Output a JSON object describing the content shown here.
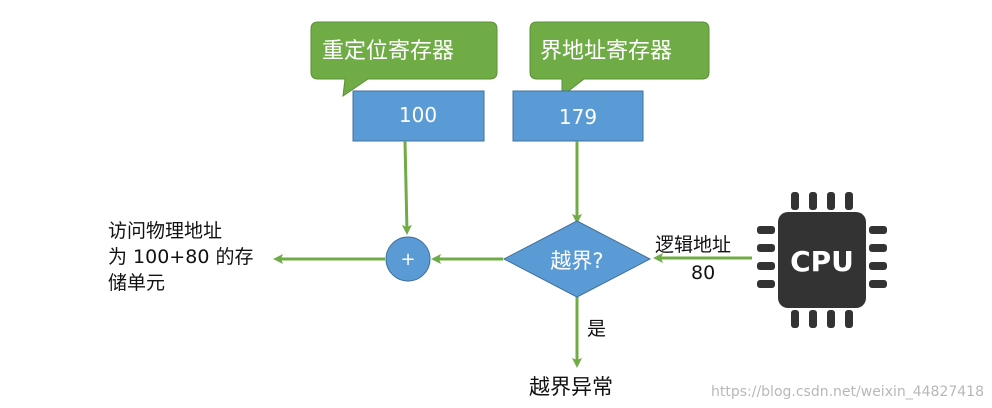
{
  "colors": {
    "callout_fill": "#6fac46",
    "box_fill": "#5b9bd5",
    "arrow": "#6fac46",
    "chip": "#333333",
    "watermark": "#b8b8b8"
  },
  "callouts": {
    "relocation": "重定位寄存器",
    "limit": "界地址寄存器"
  },
  "registers": {
    "relocation_value": "100",
    "limit_value": "179"
  },
  "decision": {
    "question": "越界?",
    "yes_label": "是",
    "yes_result": "越界异常"
  },
  "adder": {
    "symbol": "+"
  },
  "output": {
    "line1": "访问物理地址",
    "line2": "为 100+80 的存",
    "line3": "储单元"
  },
  "logical_address": {
    "label": "逻辑地址",
    "value": "80"
  },
  "cpu": {
    "label": "CPU",
    "icon": "cpu-chip-icon"
  },
  "watermark": "https://blog.csdn.net/weixin_44827418"
}
